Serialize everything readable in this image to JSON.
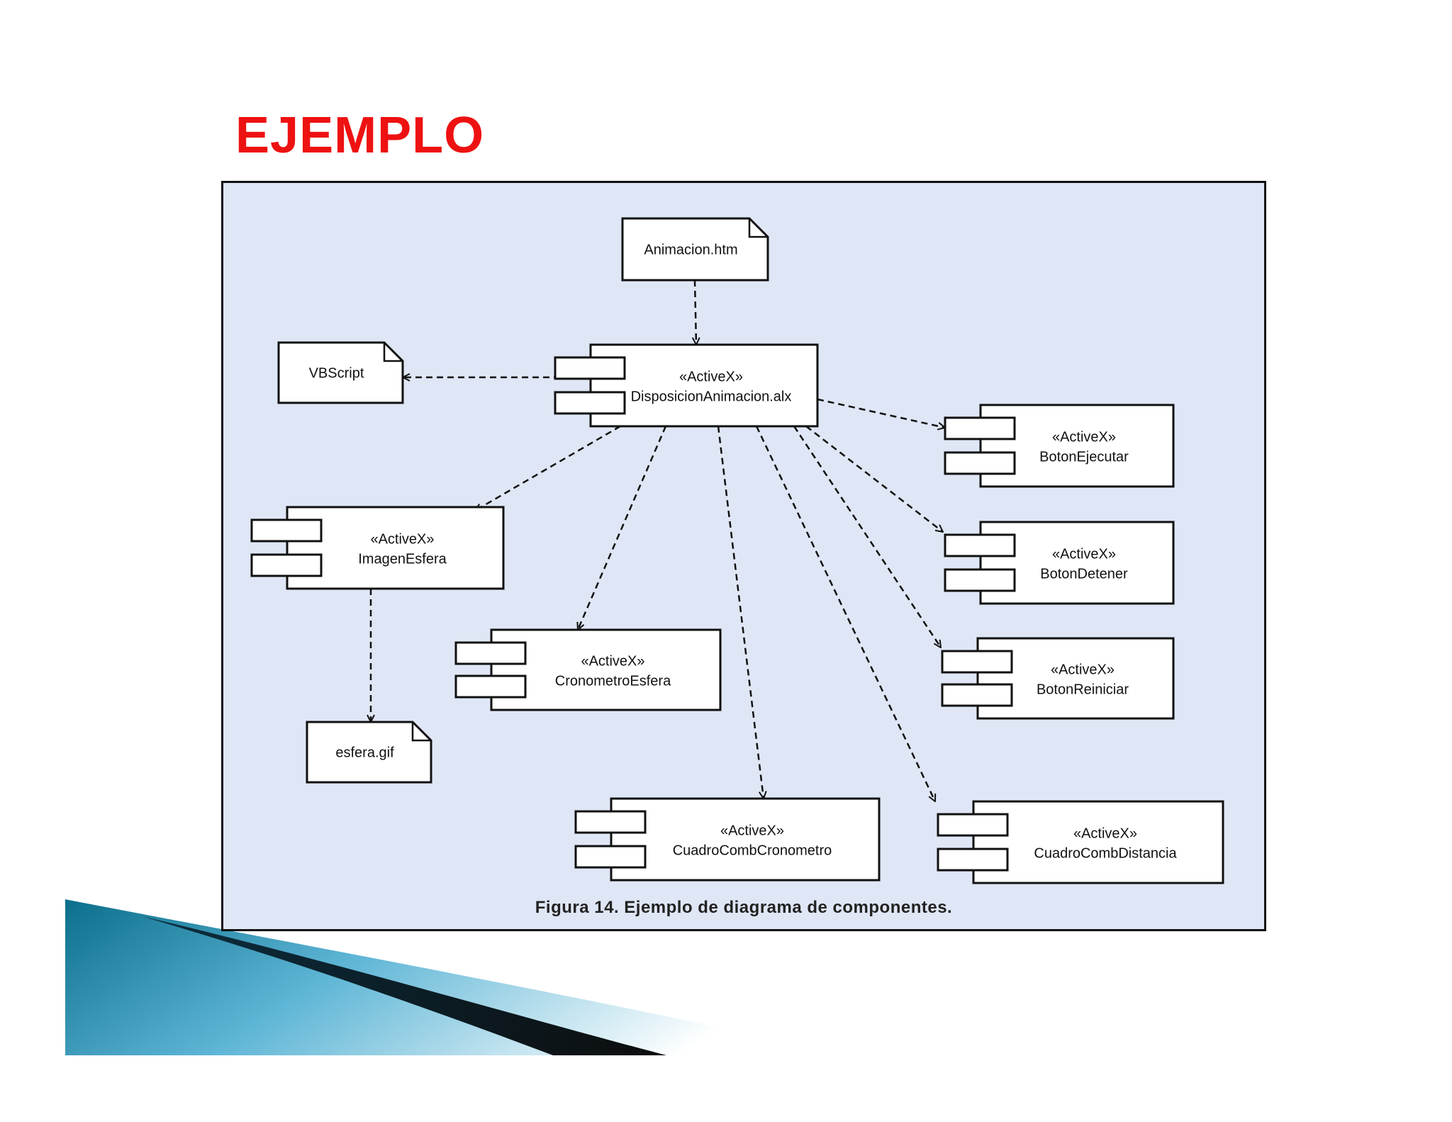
{
  "slide": {
    "title": "EJEMPLO",
    "title_color": "#ee1111"
  },
  "diagram": {
    "background": "#dfe6f5",
    "caption": "Figura 14. Ejemplo de diagrama de componentes.",
    "artifacts": [
      {
        "id": "animacion_htm",
        "label": "Animacion.htm"
      },
      {
        "id": "vbscript",
        "label": "VBScript"
      },
      {
        "id": "esfera_gif",
        "label": "esfera.gif"
      }
    ],
    "components": [
      {
        "id": "disposicion",
        "stereotype": "«ActiveX»",
        "name": "DisposicionAnimacion.alx"
      },
      {
        "id": "boton_ejecutar",
        "stereotype": "«ActiveX»",
        "name": "BotonEjecutar"
      },
      {
        "id": "imagen_esfera",
        "stereotype": "«ActiveX»",
        "name": "ImagenEsfera"
      },
      {
        "id": "boton_detener",
        "stereotype": "«ActiveX»",
        "name": "BotonDetener"
      },
      {
        "id": "cronometro_esfera",
        "stereotype": "«ActiveX»",
        "name": "CronometroEsfera"
      },
      {
        "id": "boton_reiniciar",
        "stereotype": "«ActiveX»",
        "name": "BotonReiniciar"
      },
      {
        "id": "cuadro_cronometro",
        "stereotype": "«ActiveX»",
        "name": "CuadroCombCronometro"
      },
      {
        "id": "cuadro_distancia",
        "stereotype": "«ActiveX»",
        "name": "CuadroCombDistancia"
      }
    ],
    "dependencies": [
      {
        "from": "animacion_htm",
        "to": "disposicion"
      },
      {
        "from": "disposicion",
        "to": "vbscript"
      },
      {
        "from": "disposicion",
        "to": "boton_ejecutar"
      },
      {
        "from": "disposicion",
        "to": "imagen_esfera"
      },
      {
        "from": "disposicion",
        "to": "boton_detener"
      },
      {
        "from": "disposicion",
        "to": "cronometro_esfera"
      },
      {
        "from": "disposicion",
        "to": "boton_reiniciar"
      },
      {
        "from": "disposicion",
        "to": "cuadro_cronometro"
      },
      {
        "from": "disposicion",
        "to": "cuadro_distancia"
      },
      {
        "from": "imagen_esfera",
        "to": "esfera_gif"
      }
    ]
  }
}
